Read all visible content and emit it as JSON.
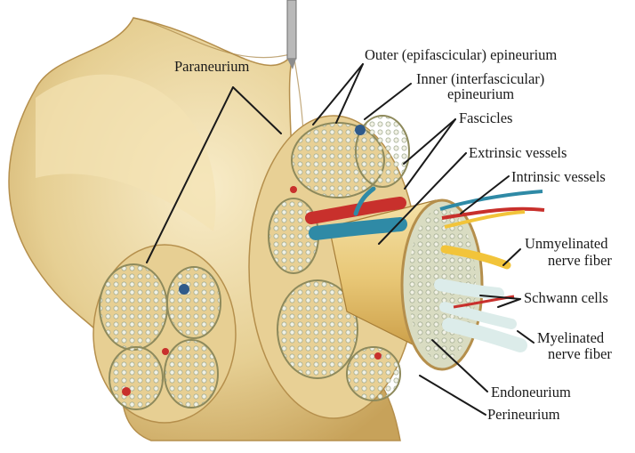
{
  "labels": {
    "paraneurium": "Paraneurium",
    "outer_epineurium": "Outer (epifascicular) epineurium",
    "inner_epineurium_1": "Inner (interfascicular)",
    "inner_epineurium_2": "epineurium",
    "fascicles": "Fascicles",
    "extrinsic_vessels": "Extrinsic vessels",
    "intrinsic_vessels": "Intrinsic vessels",
    "unmyelinated_1": "Unmyelinated",
    "unmyelinated_2": "nerve fiber",
    "schwann_cells": "Schwann cells",
    "myelinated_1": "Myelinated",
    "myelinated_2": "nerve fiber",
    "endoneurium": "Endoneurium",
    "perineurium": "Perineurium"
  },
  "colors": {
    "tissue": "#e9d39a",
    "tissue_light": "#f5e9c6",
    "tissue_dark": "#c9a75e",
    "fascicle_fill": "#cfd2b4",
    "artery": "#c8302c",
    "vein": "#2f8aa6",
    "yellow_fiber": "#f2c43a",
    "myelin": "#dcecea"
  }
}
